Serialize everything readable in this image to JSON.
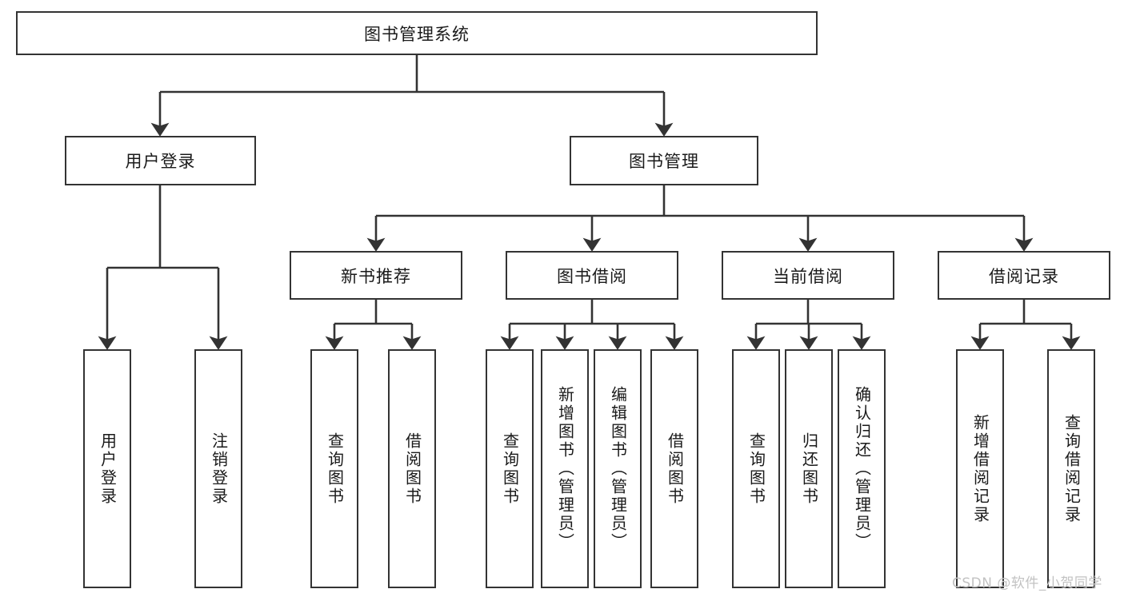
{
  "diagram": {
    "type": "tree-hierarchy",
    "title": "图书管理系统",
    "watermark": "CSDN @软件_小贺同学",
    "colors": {
      "border": "#333333",
      "connector": "#333333",
      "background": "#ffffff",
      "text": "#1a1a1a",
      "watermark": "#c2c2c2"
    },
    "root": {
      "id": "root",
      "label": "图书管理系统"
    },
    "level2": [
      {
        "id": "user-login",
        "label": "用户登录"
      },
      {
        "id": "book-manage",
        "label": "图书管理"
      }
    ],
    "level3": [
      {
        "id": "new-book-recommend",
        "label": "新书推荐"
      },
      {
        "id": "book-borrow",
        "label": "图书借阅"
      },
      {
        "id": "current-borrow",
        "label": "当前借阅"
      },
      {
        "id": "borrow-record",
        "label": "借阅记录"
      }
    ],
    "leaves": {
      "user_login": [
        {
          "id": "leaf-user-login",
          "label": "用户登录"
        },
        {
          "id": "leaf-user-logout",
          "label": "注销登录"
        }
      ],
      "new_book_recommend": [
        {
          "id": "leaf-query-book-1",
          "label": "查询图书"
        },
        {
          "id": "leaf-borrow-book-1",
          "label": "借阅图书"
        }
      ],
      "book_borrow": [
        {
          "id": "leaf-query-book-2",
          "label": "查询图书"
        },
        {
          "id": "leaf-add-book",
          "label": "新增图书（管理员）"
        },
        {
          "id": "leaf-edit-book",
          "label": "编辑图书（管理员）"
        },
        {
          "id": "leaf-borrow-book-2",
          "label": "借阅图书"
        }
      ],
      "current_borrow": [
        {
          "id": "leaf-query-book-3",
          "label": "查询图书"
        },
        {
          "id": "leaf-return-book",
          "label": "归还图书"
        },
        {
          "id": "leaf-confirm-return",
          "label": "确认归还（管理员）"
        }
      ],
      "borrow_record": [
        {
          "id": "leaf-add-record",
          "label": "新增借阅记录"
        },
        {
          "id": "leaf-query-record",
          "label": "查询借阅记录"
        }
      ]
    }
  }
}
